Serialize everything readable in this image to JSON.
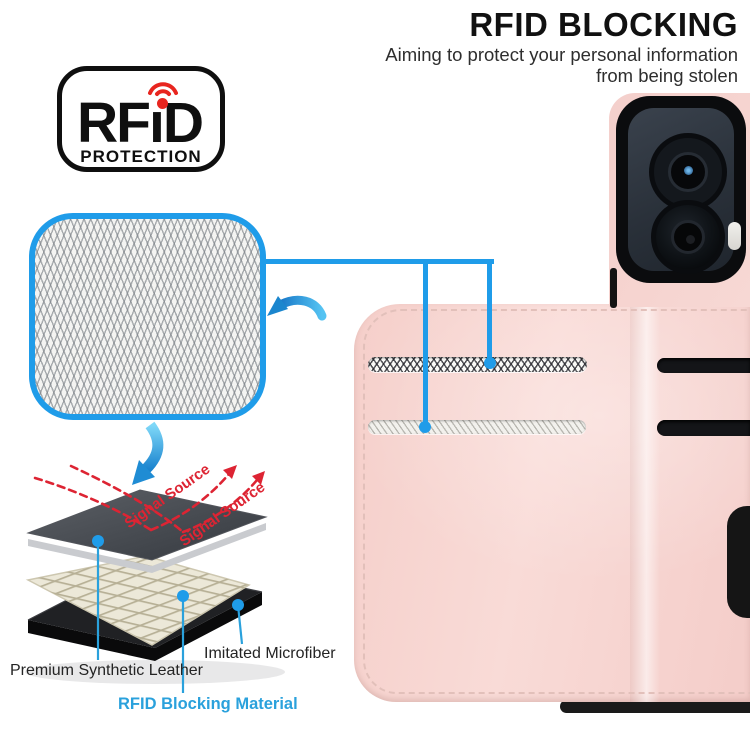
{
  "header": {
    "title": "RFID BLOCKING",
    "subtitle1": "Aiming to protect your personal information",
    "subtitle2": "from being stolen"
  },
  "logo": {
    "brand_prefix": "RF",
    "brand_i_dotless": "ı",
    "brand_suffix": "D",
    "caption": "PROTECTION"
  },
  "diagram": {
    "signal_source_1": "Signal Source",
    "signal_source_2": "Signal Source",
    "labels": {
      "leather": "Premium Synthetic Leather",
      "microfiber": "Imitated Microfiber",
      "rfid": "RFID Blocking Material"
    }
  },
  "icons": {
    "wifi": "wifi-arcs",
    "zoom_pointer": "curved-arrow-left",
    "explode_pointer": "curved-arrow-down"
  },
  "colors": {
    "accent_blue": "#1F9CE9",
    "signal_red": "#DD2433",
    "label_blue": "#2AA1DC",
    "case_pink": "#F6D3CF",
    "logo_red": "#E8251F"
  }
}
